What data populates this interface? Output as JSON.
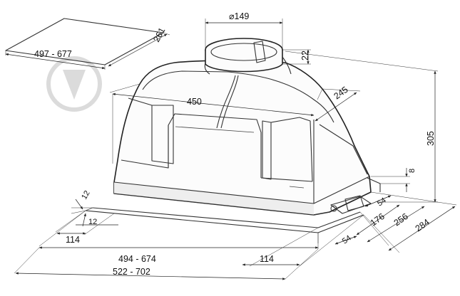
{
  "dimensions": {
    "duct_diameter": "⌀149",
    "collar_height": "22",
    "top_depth": "245",
    "top_width": "450",
    "total_height": "305",
    "rear_offset": "8",
    "side_54_top": "54",
    "side_176": "176",
    "side_256": "256",
    "side_284": "284",
    "side_54_bottom": "54",
    "flange_12_upper": "12",
    "flange_12_lower": "12",
    "edge_114_left": "114",
    "edge_114_right": "114",
    "inner_width_range": "494 - 674",
    "outer_width_range": "522 - 702",
    "cutout_width_range": "497 - 677",
    "cutout_depth": "261"
  },
  "colors": {
    "line": "#222222",
    "watermark": "#d6d6d6"
  },
  "icons": {
    "watermark": "download-arrow-watermark-icon"
  }
}
